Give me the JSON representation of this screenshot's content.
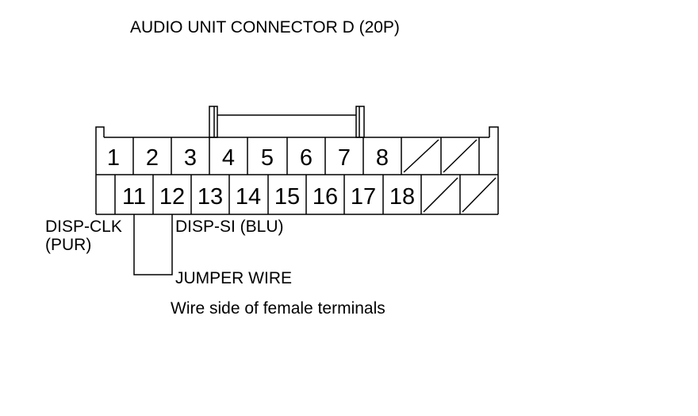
{
  "title": "AUDIO UNIT CONNECTOR D (20P)",
  "connector": {
    "top_row": [
      "1",
      "2",
      "3",
      "4",
      "5",
      "6",
      "7",
      "8",
      "",
      ""
    ],
    "bottom_row": [
      "",
      "11",
      "12",
      "13",
      "14",
      "15",
      "16",
      "17",
      "18",
      "",
      ""
    ]
  },
  "labels": {
    "disp_clk_line1": "DISP-CLK",
    "disp_clk_line2": "(PUR)",
    "disp_si": "DISP-SI (BLU)",
    "jumper_wire": "JUMPER WIRE",
    "wire_side": "Wire side of female terminals"
  },
  "colors": {
    "line": "#000000",
    "background": "#ffffff"
  }
}
